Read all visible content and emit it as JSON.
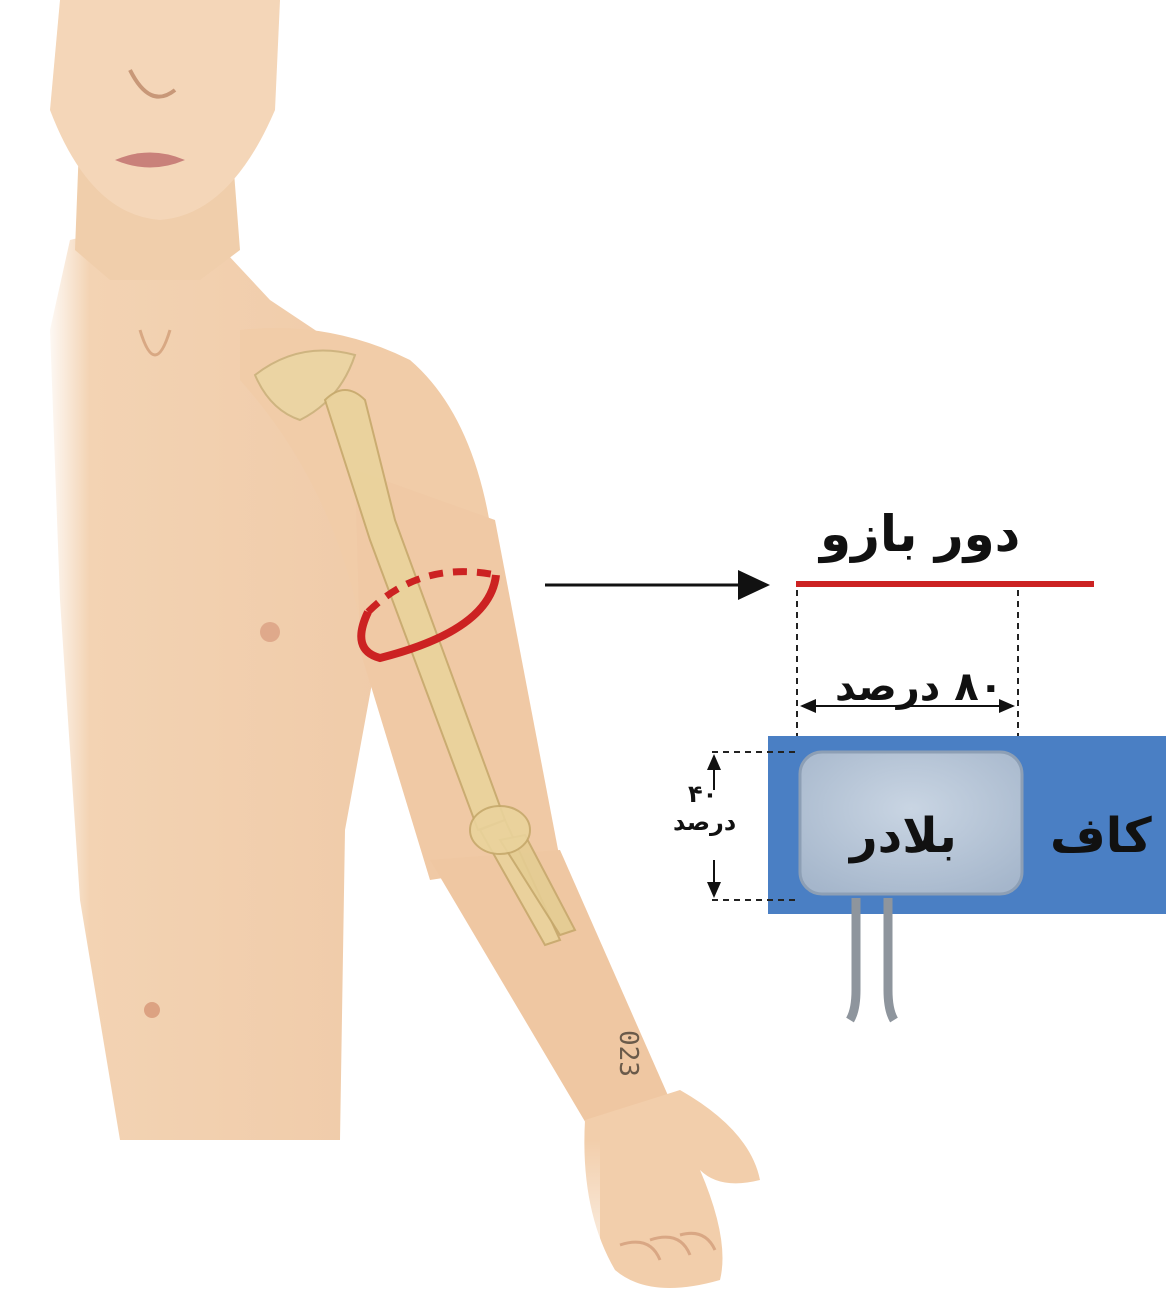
{
  "labels": {
    "arm_circumference": "دور بازو",
    "eighty_percent": "۸۰ درصد",
    "forty_number": "۴۰",
    "forty_word": "درصد",
    "bladder": "بلادر",
    "cuff": "کاف",
    "wrist_tag": "023"
  },
  "colors": {
    "skin": "#f3d3b3",
    "skin_shadow": "#dcae88",
    "bone": "#e9d39c",
    "circumference_line": "#cc2222",
    "cuff": "#4a7fc4",
    "bladder": "#b7c6d9",
    "tubes": "#9aa0a6"
  }
}
